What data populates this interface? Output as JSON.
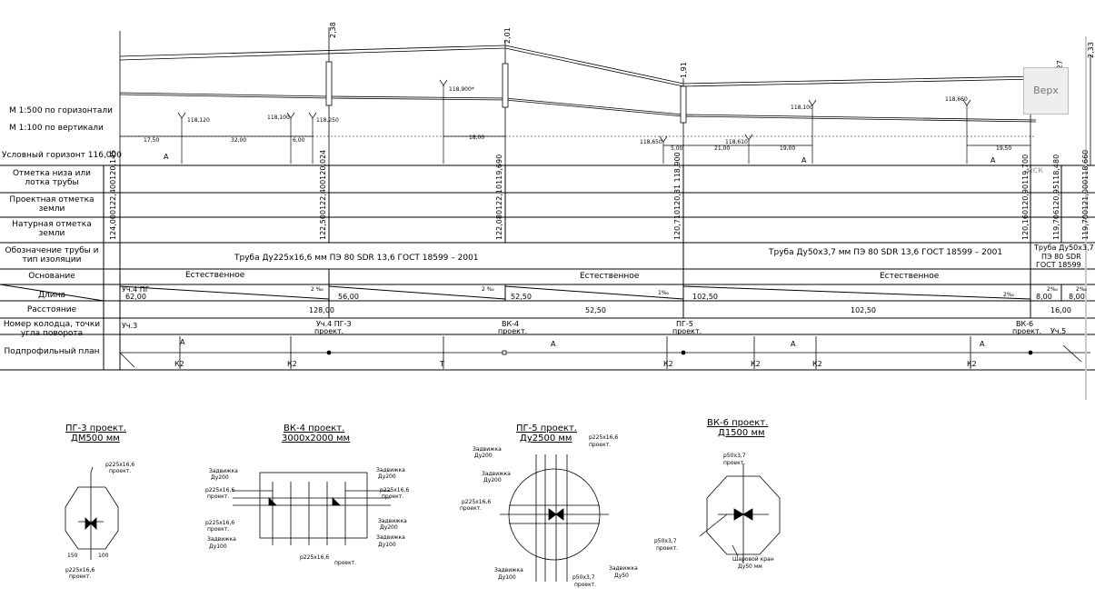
{
  "scale": {
    "horizontal": "М 1:500 по горизонтали",
    "vertical": "М 1:100 по вертикали",
    "horizon": "Условный горизонт 116,000"
  },
  "top_marks": {
    "m1": "2,38",
    "m2": "2,01",
    "m3": "1,91",
    "m4": "2,27",
    "m5": "2,33"
  },
  "rows": {
    "r1": "Отметка низа или лотка трубы",
    "r2": "Проектная отметка земли",
    "r3": "Натурная отметка земли",
    "r4": "Обозначение трубы и тип изоляции",
    "r5": "Основание",
    "r6": "Длина",
    "r7": "Расстояние",
    "r8": "Номер колодца, точки угла поворота",
    "r9": "Подпрофильный план"
  },
  "vertical_values": {
    "a": "124,000122,400120,145",
    "b": "122,500122,400120,024",
    "c": "122,080122,10119,690",
    "d": "120,710120,81 118,900",
    "e": "120,160120,90119,700",
    "f": "119,706120,95118,480",
    "g": "119,700121,000118,660"
  },
  "pipe": {
    "p1": "Труба Ду225х16,6 мм ПЭ 80 SDR 13,6 ГОСТ 18599 – 2001",
    "p2": "Труба Ду50х3,7 мм ПЭ 80 SDR 13,6 ГОСТ 18599 – 2001",
    "p3a": "Труба Ду50х3,7",
    "p3b": "ПЭ 80 SDR",
    "p3c": "ГОСТ 18599"
  },
  "base": {
    "b1": "Естественное",
    "b2": "Естественное",
    "b3": "Естественное"
  },
  "length": {
    "l0": "Уч.4 ПГ",
    "l1": "62,00",
    "l2": "56,00",
    "l3": "52,50",
    "l4": "102,50",
    "l5": "8,00",
    "l6": "8,00",
    "g1": "2 ‰",
    "g2": "2 ‰",
    "g3": "1‰",
    "g4": "2‰",
    "g5": "2‰",
    "g6": "2‰"
  },
  "distance": {
    "d1": "128,00",
    "d2": "52,50",
    "d3": "102,50",
    "d4": "16,00"
  },
  "wells": {
    "w0": "Уч.3",
    "w1": "Уч.4 ПГ-3",
    "w1b": "проект.",
    "w2": "ВК-4",
    "w2b": "проект.",
    "w3": "ПГ-5",
    "w3b": "проект.",
    "w4": "ВК-6",
    "w4b": "проект.",
    "w5": "Уч.5"
  },
  "plan_marks": {
    "a": "А",
    "k": "К2",
    "t": "Т"
  },
  "profile_dims": {
    "d1": "17,50",
    "d2": "32,00",
    "d3": "6,00",
    "d4": "18,00",
    "d5": "5,00",
    "d6": "21,00",
    "d7": "19,00",
    "d8": "19,50"
  },
  "levels": {
    "lv1": "118,120",
    "lv2": "118,100",
    "lv3": "118,250",
    "lv4": "118,900*",
    "lv5": "118,650",
    "lv6": "118,610",
    "lv7": "118,100",
    "lv8": "118,660"
  },
  "details": {
    "pg3": {
      "title": "ПГ-3  проект.",
      "sub": "ДМ500 мм",
      "p1": "р225х16,6",
      "p1b": "проект.",
      "p2": "р225х16,6",
      "p2b": "проект.",
      "n1": "100",
      "n2": "150"
    },
    "vk4": {
      "title": "ВК-4  проект.",
      "sub": "3000х2000  мм",
      "z1": "Задвижка",
      "z1b": "Ду200",
      "z2": "Задвижка",
      "z2b": "Ду200",
      "z3": "Задвижка",
      "z3b": "Ду200",
      "z4": "Задвижка",
      "z4b": "Ду100",
      "z5": "Задвижка",
      "z5b": "Ду100",
      "p1": "р225х16,6",
      "p1b": "проект.",
      "p2": "р225х16,6",
      "p2b": "проект.",
      "p3": "р225х16,6",
      "p3b": "проект.",
      "p4": "р225х16,6",
      "p4b": "проект."
    },
    "pg5": {
      "title": "ПГ-5  проект.",
      "sub": "Ду2500  мм",
      "z1": "Задвижка",
      "z1b": "Ду200",
      "z2": "Задвижка",
      "z2b": "Ду200",
      "z3": "Задвижка",
      "z3b": "Ду100",
      "z4": "Задвижка",
      "z4b": "Ду50",
      "p1": "р225х16,6",
      "p1b": "проект.",
      "p2": "р225х16,6",
      "p2b": "проект.",
      "p3": "р50х3,7",
      "p3b": "проект."
    },
    "vk6": {
      "title": "ВК-6  проект.",
      "sub": "Д1500  мм",
      "p1": "р50х3,7",
      "p1b": "проект.",
      "p2": "р50х3,7",
      "p2b": "проект.",
      "k": "Шаровой кран",
      "kb": "Ду50  мм"
    }
  },
  "ui": {
    "viewcube": "Верх",
    "search": "иск"
  }
}
